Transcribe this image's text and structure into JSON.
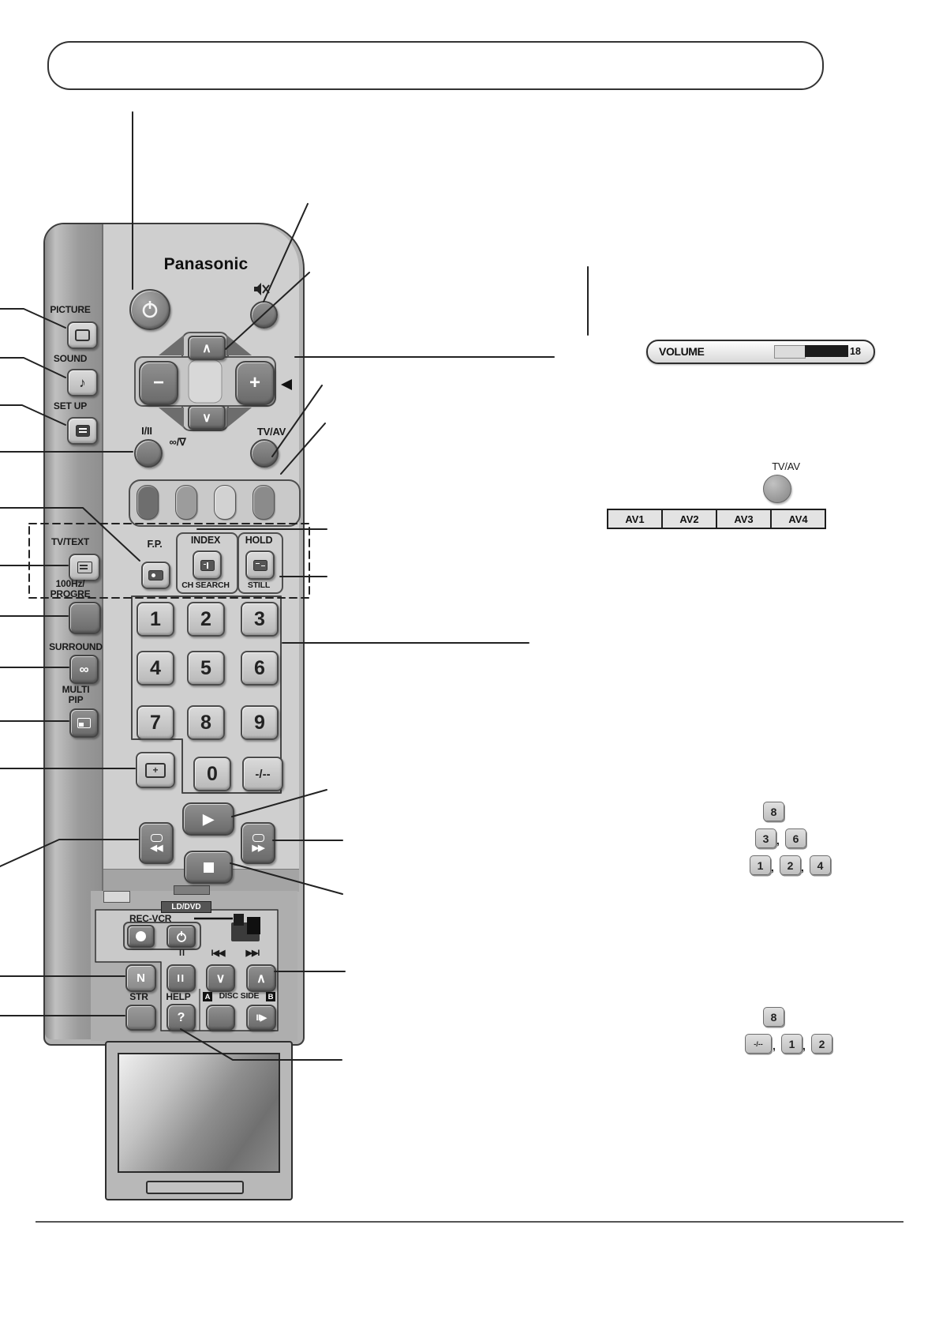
{
  "page": {
    "title_box_text": "",
    "brand": "Panasonic"
  },
  "osd": {
    "volume_label": "VOLUME",
    "volume_value": "18"
  },
  "tvav_demo": {
    "label": "TV/AV",
    "cells": [
      "AV1",
      "AV2",
      "AV3",
      "AV4"
    ]
  },
  "side_panel": {
    "picture": "PICTURE",
    "sound": "SOUND",
    "sound_icon": "♪",
    "setup": "SET UP",
    "tvtext": "TV/TEXT",
    "hz_line1": "100Hz/",
    "hz_line2": "PROGRE",
    "surround": "SURROUND",
    "surround_icon": "∞",
    "multi": "MULTI",
    "pip": "PIP"
  },
  "top_section": {
    "i_ii": "I/II",
    "cd_mark": "∞/∇",
    "tvav": "TV/AV",
    "minus": "−",
    "plus": "+",
    "up": "∧",
    "down": "∨"
  },
  "mid_section": {
    "fp": "F.P.",
    "index": "INDEX",
    "ch_search": "CH SEARCH",
    "hold": "HOLD",
    "still": "STILL"
  },
  "keypad": {
    "digits": [
      "1",
      "2",
      "3",
      "4",
      "5",
      "6",
      "7",
      "8",
      "9"
    ],
    "zero": "0",
    "dash": "-/--",
    "plus_icon": "+"
  },
  "transport": {
    "play": "▶",
    "rew": "◀◀",
    "ff": "▶▶"
  },
  "deck": {
    "ld_dvd": "LD/DVD",
    "rec_vcr": "REC-VCR",
    "pause_label": "II",
    "skip_back_label": "I◀◀",
    "skip_fwd_label": "▶▶I",
    "n": "N",
    "pause": "II",
    "down": "∨",
    "up": "∧",
    "str": "STR",
    "help": "HELP",
    "help_icon": "?",
    "disc_a": "A",
    "disc_side": "DISC SIDE",
    "disc_b": "B",
    "step": "II▶"
  },
  "side_keys": {
    "sep": ",",
    "row1": [
      "8"
    ],
    "row2": [
      "3",
      "6"
    ],
    "row3": [
      "1",
      "2",
      "4"
    ],
    "row4": [
      "8"
    ],
    "row5": [
      "-/--",
      "1",
      "2"
    ]
  }
}
